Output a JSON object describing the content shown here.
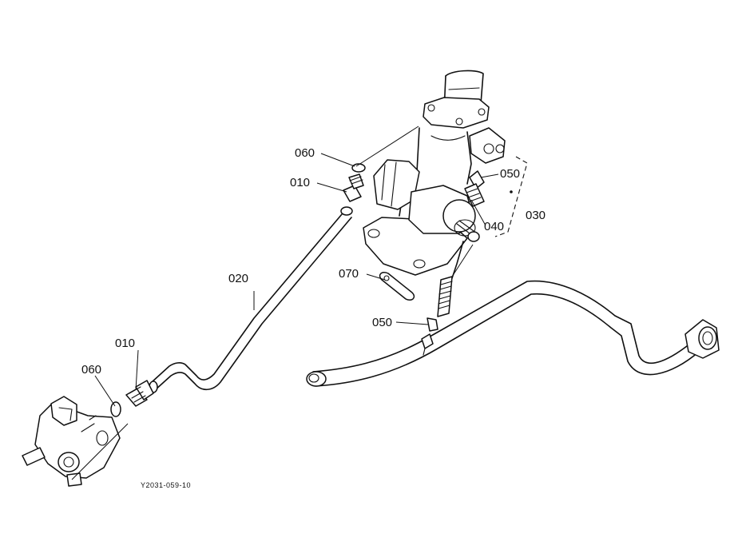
{
  "diagram": {
    "figure_code": "Y2031-059-10",
    "callouts": {
      "c060_top": "060",
      "c010_top": "010",
      "c020": "020",
      "c010_bottom": "010",
      "c060_bottom": "060",
      "c070": "070",
      "c050_left": "050",
      "c050_right": "050",
      "c040": "040",
      "c030": "030"
    }
  }
}
